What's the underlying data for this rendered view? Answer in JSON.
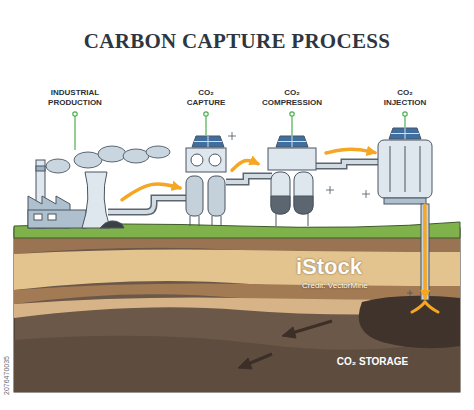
{
  "diagram": {
    "title": "CARBON CAPTURE PROCESS",
    "nodes": [
      {
        "text": [
          "INDUSTRIAL PRODUCTION"
        ]
      },
      {
        "text": [
          "CO₂ CAPTURE"
        ]
      },
      {
        "text": [
          "CO₂ COMPRESSION"
        ]
      },
      {
        "text": [
          "CO₂ INJECTION"
        ]
      },
      {
        "text": [
          "CO₂ STORAGE"
        ]
      }
    ],
    "edges": [
      {
        "from": 0,
        "to": 1,
        "arrow": "to"
      },
      {
        "from": 1,
        "to": 2,
        "arrow": "to"
      },
      {
        "from": 2,
        "to": 3,
        "arrow": "to"
      },
      {
        "from": 3,
        "to": 4,
        "arrow": "to"
      }
    ],
    "labels": [
      "iStock",
      "Credit: VectorMine",
      "2076470035"
    ]
  }
}
